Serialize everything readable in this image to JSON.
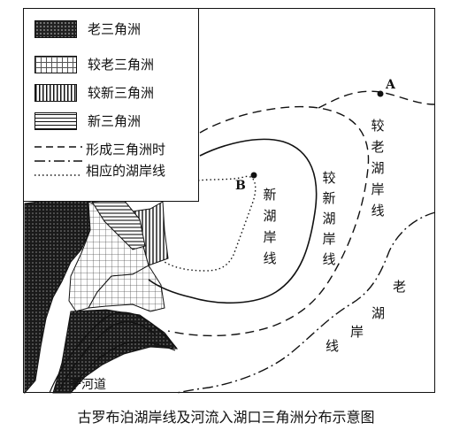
{
  "legend": {
    "items": [
      {
        "label": "老三角洲",
        "swatch": "old"
      },
      {
        "label": "较老三角洲",
        "swatch": "older"
      },
      {
        "label": "较新三角洲",
        "swatch": "newer"
      },
      {
        "label": "新三角洲",
        "swatch": "new"
      }
    ],
    "line_label_1": "形成三角洲时",
    "line_label_2": "相应的湖岸线"
  },
  "shorelines": {
    "new": "新湖岸线",
    "newer": "较新湖岸线",
    "older": "较老湖岸线",
    "old": "老湖岸线"
  },
  "points": {
    "a": "A",
    "b": "B"
  },
  "river": "干河道",
  "caption": "古罗布泊湖岸线及河流入湖口三角洲分布示意图"
}
